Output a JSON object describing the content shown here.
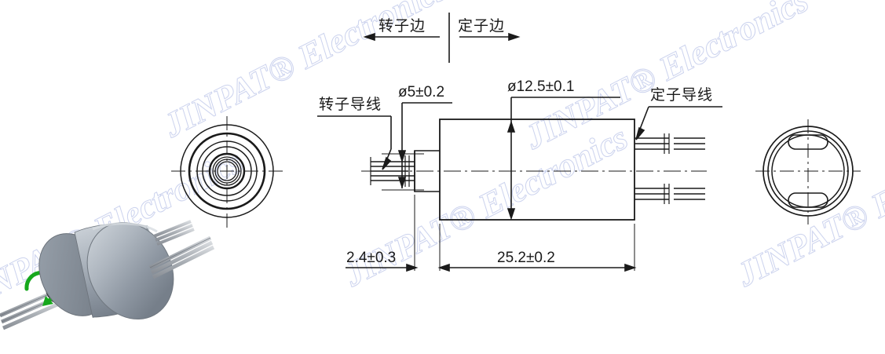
{
  "drawing": {
    "title": "Slip ring outline drawing",
    "watermark_text": "JINPAT® Electronics",
    "watermark_color": "#ccd3ee",
    "line_color": "#1a1a1a",
    "background": "#ffffff"
  },
  "orientation": {
    "rotor_side_label": "转子边",
    "stator_side_label": "定子边"
  },
  "callouts": {
    "rotor_lead_label": "转子导线",
    "stator_lead_label": "定子导线"
  },
  "dimensions": {
    "shaft_diameter": "ø5±0.2",
    "body_diameter": "ø12.5±0.1",
    "shaft_length": "2.4±0.3",
    "body_length": "25.2±0.2"
  },
  "views": {
    "photo_label": "product-3d-render",
    "left_end_view_label": "rotor-end-view",
    "section_view_label": "side-section-view",
    "right_end_view_label": "stator-end-view"
  },
  "photo": {
    "body_color": "#9aa3ad",
    "body_highlight": "#c8ced5",
    "hub_color": "#3c3c3c",
    "wire_color": "#b8bcc0",
    "arrow_color": "#16a81c"
  }
}
